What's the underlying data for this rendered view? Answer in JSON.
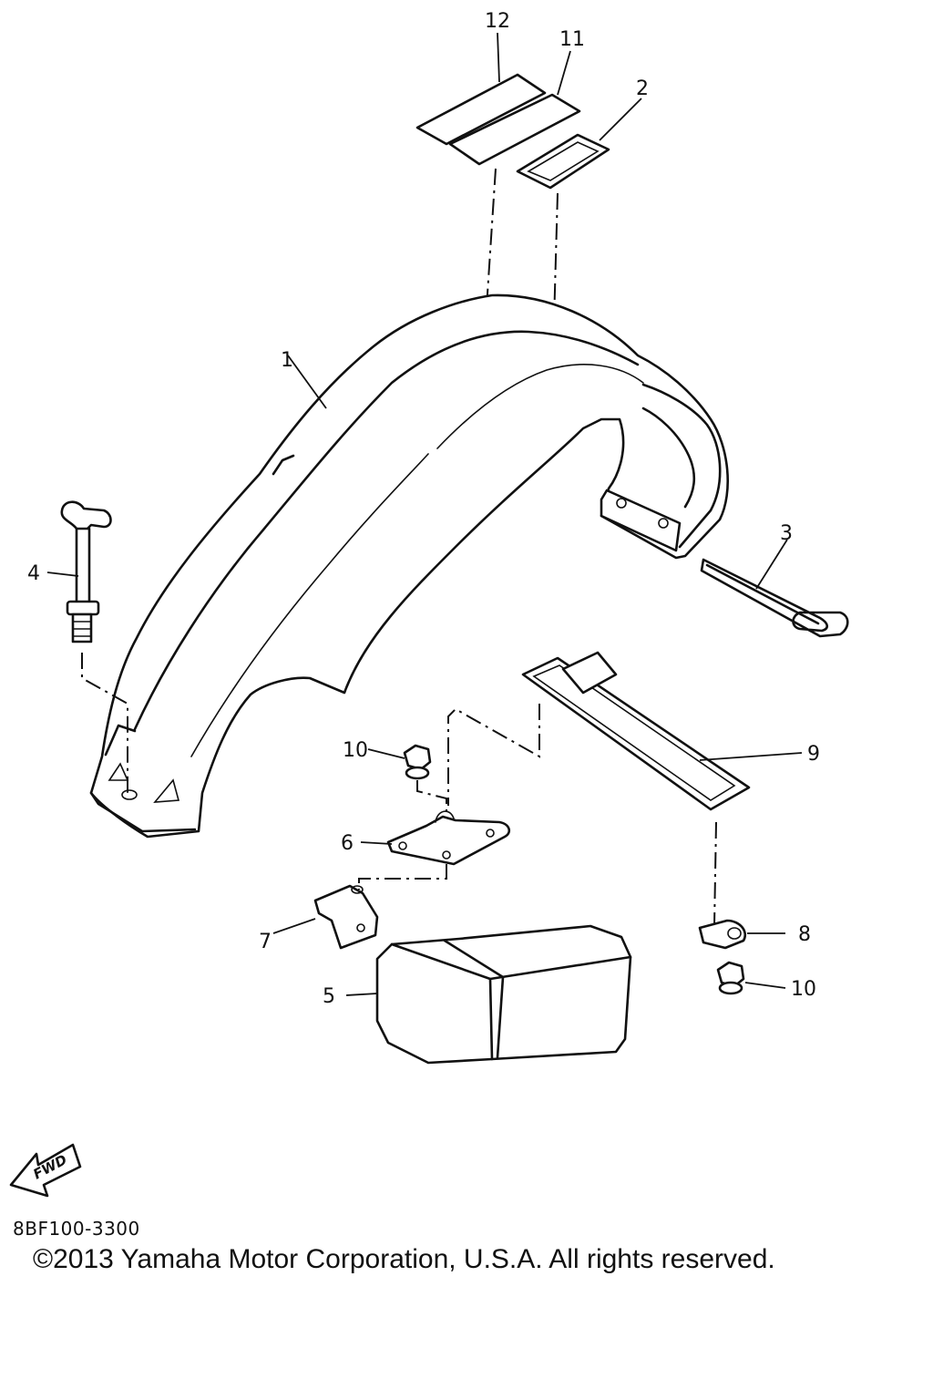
{
  "diagram": {
    "parts": [
      {
        "id": "fender",
        "callout": "1"
      },
      {
        "id": "emblem-frame",
        "callout": "2"
      },
      {
        "id": "rod",
        "callout": "3"
      },
      {
        "id": "wing-bolt",
        "callout": "4"
      },
      {
        "id": "battery",
        "callout": "5"
      },
      {
        "id": "bracket-plate",
        "callout": "6"
      },
      {
        "id": "bracket-small",
        "callout": "7"
      },
      {
        "id": "clip",
        "callout": "8"
      },
      {
        "id": "battery-band",
        "callout": "9"
      },
      {
        "id": "nut",
        "callout": "10"
      },
      {
        "id": "nut-2",
        "callout": "10"
      },
      {
        "id": "label-11",
        "callout": "11"
      },
      {
        "id": "label-12",
        "callout": "12"
      }
    ],
    "fwd_label": "FWD",
    "diagram_code": "8BF100-3300",
    "copyright": "©2013 Yamaha Motor Corporation, U.S.A. All rights reserved."
  }
}
